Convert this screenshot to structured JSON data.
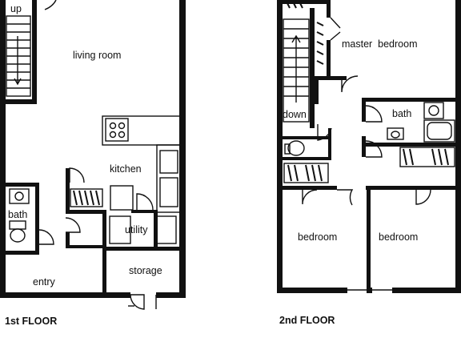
{
  "floors": [
    {
      "caption": "1st FLOOR",
      "rooms": {
        "up": "up",
        "living_room": "living room",
        "kitchen": "kitchen",
        "bath": "bath",
        "utility": "utility",
        "storage": "storage",
        "entry": "entry"
      }
    },
    {
      "caption": "2nd FLOOR",
      "rooms": {
        "master_bedroom": "master  bedroom",
        "bath": "bath",
        "down": "down",
        "bedroom_left": "bedroom",
        "bedroom_right": "bedroom"
      }
    }
  ]
}
